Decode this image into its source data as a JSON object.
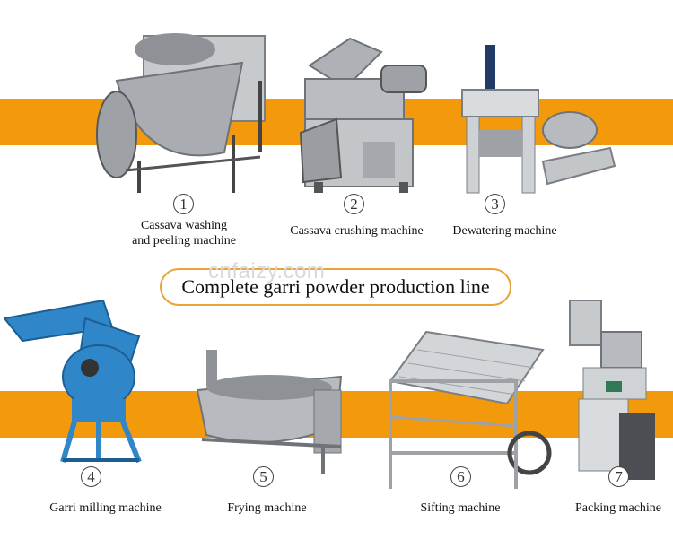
{
  "title": "Complete garri powder production line",
  "watermark": "cnfaizy.com",
  "colors": {
    "band": "#f29a0c",
    "pill_border": "#e8a33a",
    "steel": "#b9bcc0",
    "steel_dark": "#7b7f84",
    "blue_machine": "#2f86c9"
  },
  "machines": [
    {
      "number": "1",
      "caption_line1": "Cassava washing",
      "caption_line2": "and peeling machine"
    },
    {
      "number": "2",
      "caption_line1": "Cassava crushing machine"
    },
    {
      "number": "3",
      "caption_line1": "Dewatering machine"
    },
    {
      "number": "4",
      "caption_line1": "Garri milling machine"
    },
    {
      "number": "5",
      "caption_line1": "Frying machine"
    },
    {
      "number": "6",
      "caption_line1": "Sifting machine"
    },
    {
      "number": "7",
      "caption_line1": "Packing machine"
    }
  ]
}
